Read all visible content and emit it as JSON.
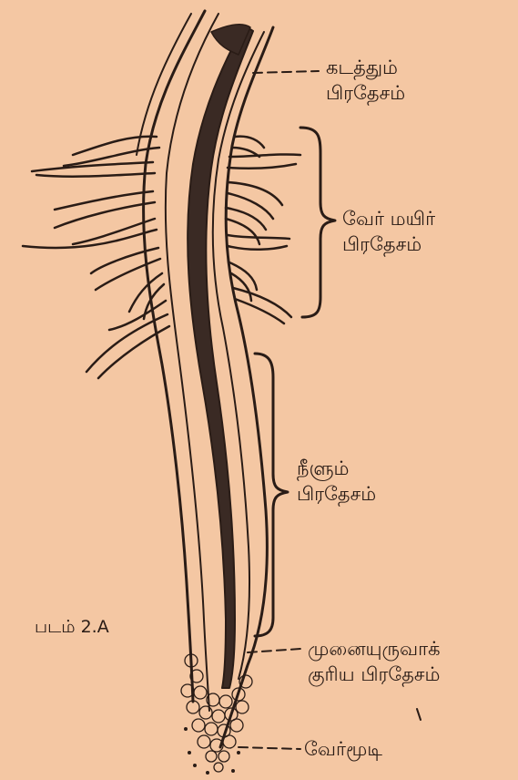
{
  "figure_label": "படம் 2.A",
  "colors": {
    "paper": "#f4c7a3",
    "ink": "#2a1c16",
    "core": "#3a2a24"
  },
  "zones": [
    {
      "id": "maturation",
      "line1": "கடத்தும்",
      "line2": "பிரதேசம்"
    },
    {
      "id": "root-hair",
      "line1": "வேர் மயிர்",
      "line2": "பிரதேசம்"
    },
    {
      "id": "elongation",
      "line1": "நீளும்",
      "line2": "பிரதேசம்"
    },
    {
      "id": "meristem",
      "line1": "முனையுருவாக்",
      "line2": "குரிய பிரதேசம்"
    },
    {
      "id": "root-cap",
      "line1": "வேர்மூடி",
      "line2": ""
    }
  ]
}
